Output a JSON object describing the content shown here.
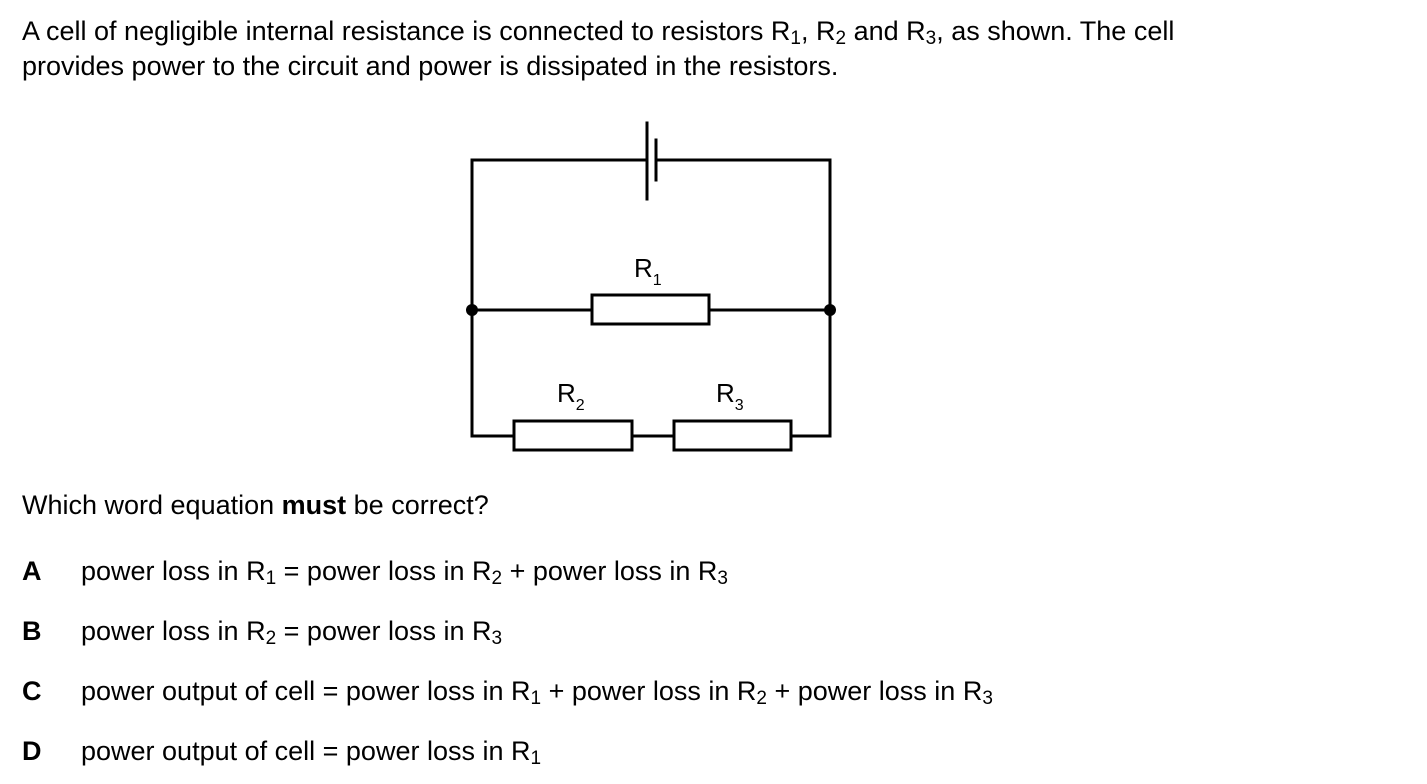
{
  "intro": {
    "line1_a": "A cell of negligible internal resistance is connected to resistors R",
    "line1_s1": "1",
    "line1_b": ", R",
    "line1_s2": "2",
    "line1_c": " and R",
    "line1_s3": "3",
    "line1_d": ", as shown. The cell",
    "line2": "provides power to the circuit and power is dissipated in the resistors."
  },
  "diagram": {
    "r1_label": "R",
    "r1_sub": "1",
    "r2_label": "R",
    "r2_sub": "2",
    "r3_label": "R",
    "r3_sub": "3"
  },
  "question": {
    "a": "Which word equation ",
    "bold": "must",
    "b": " be correct?"
  },
  "options": [
    {
      "letter": "A",
      "t1": "power loss in R",
      "s1": "1",
      "t2": " = power loss in R",
      "s2": "2",
      "t3": " + power loss in R",
      "s3": "3"
    },
    {
      "letter": "B",
      "t1": "power loss in R",
      "s1": "2",
      "t2": " = power loss in R",
      "s2": "3"
    },
    {
      "letter": "C",
      "t1": "power output of cell = power loss in R",
      "s1": "1",
      "t2": " + power loss in R",
      "s2": "2",
      "t3": " + power loss in R",
      "s3": "3"
    },
    {
      "letter": "D",
      "t1": "power output of cell = power loss in R",
      "s1": "1"
    }
  ]
}
